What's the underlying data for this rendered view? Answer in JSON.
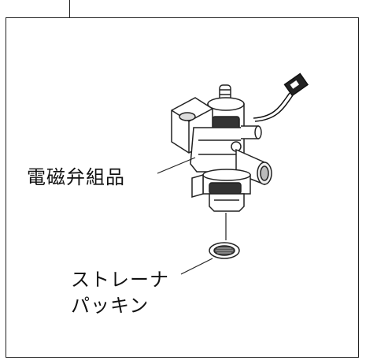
{
  "labels": {
    "solenoid_valve_assembly": "電磁弁組品",
    "strainer_line1": "ストレーナ",
    "strainer_line2": "パッキン"
  },
  "colors": {
    "line": "#222222",
    "part_fill": "#ffffff",
    "wire": "#111111"
  }
}
